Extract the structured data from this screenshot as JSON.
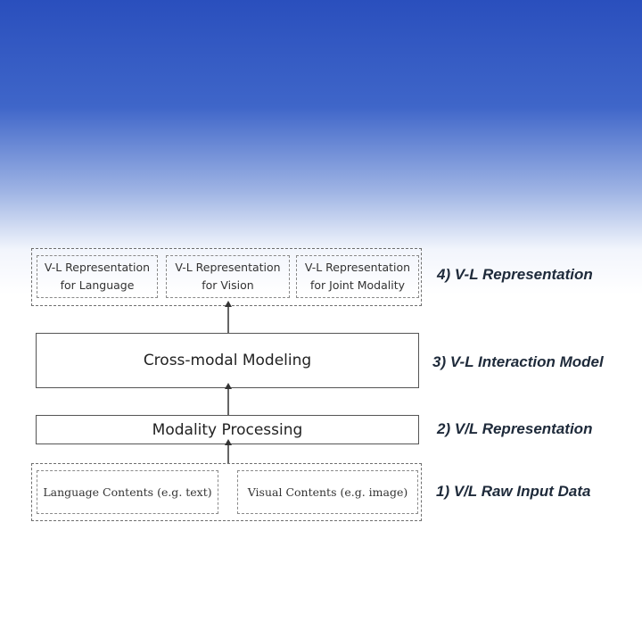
{
  "layers": {
    "representation": {
      "label": "4) V-L Representation",
      "items": [
        "V-L Representation\nfor Language",
        "V-L Representation\nfor Vision",
        "V-L Representation\nfor Joint Modality"
      ]
    },
    "interaction": {
      "label": "3) V-L Interaction Model",
      "box": "Cross-modal Modeling"
    },
    "processing": {
      "label": "2) V/L Representation",
      "box": "Modality Processing"
    },
    "raw_input": {
      "label": "1) V/L Raw Input Data",
      "items": [
        "Language Contents (e.g. text)",
        "Visual Contents (e.g. image)"
      ]
    }
  }
}
